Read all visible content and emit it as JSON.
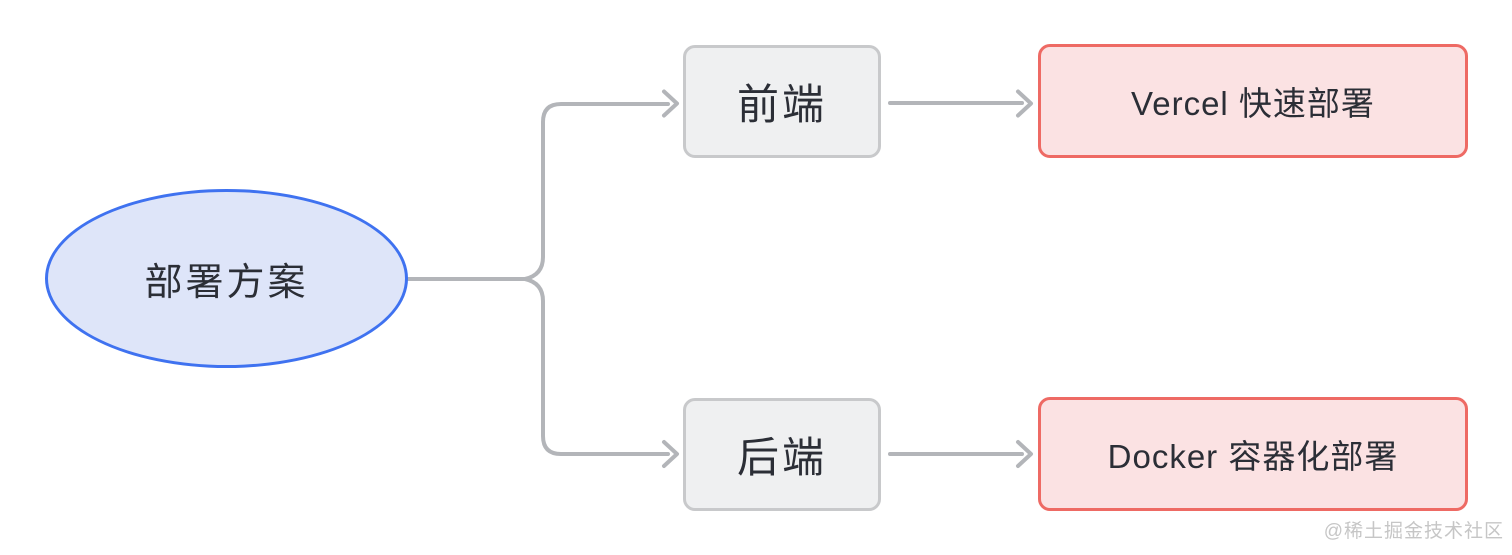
{
  "diagram": {
    "root": {
      "label": "部署方案"
    },
    "branches": [
      {
        "category": {
          "label": "前端"
        },
        "method": {
          "label": "Vercel 快速部署"
        }
      },
      {
        "category": {
          "label": "后端"
        },
        "method": {
          "label": "Docker 容器化部署"
        }
      }
    ],
    "colors": {
      "root_border": "#3f72f0",
      "root_fill": "#dee5f9",
      "category_border": "#c8c9cb",
      "category_fill": "#eff0f1",
      "method_border": "#ee6a64",
      "method_fill": "#fbe2e3",
      "connector": "#b3b5b9",
      "text": "#2b2e36"
    }
  },
  "watermark": {
    "text": "@稀土掘金技术社区"
  }
}
